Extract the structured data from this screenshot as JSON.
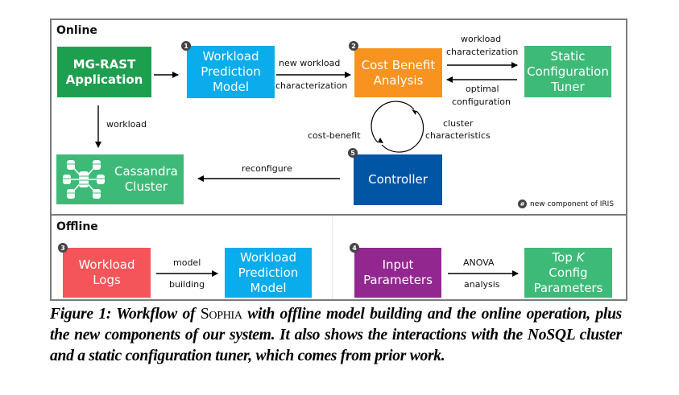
{
  "online": {
    "title": "Online",
    "mgrast": "MG-RAST\nApplication",
    "wpm": "Workload\nPrediction\nModel",
    "wpm_badge": "1",
    "cba": "Cost Benefit\nAnalysis",
    "cba_badge": "2",
    "sct": "Static\nConfiguration\nTuner",
    "cassandra": "Cassandra\nCluster",
    "controller": "Controller",
    "controller_badge": "5",
    "edges": {
      "wpm_to_cba_top": "new workload",
      "wpm_to_cba_bottom": "characterization",
      "cba_to_sct_top1": "workload",
      "cba_to_sct_top2": "characterization",
      "sct_to_cba_bottom1": "optimal",
      "sct_to_cba_bottom2": "configuration",
      "mgrast_to_cassandra": "workload",
      "controller_to_cassandra": "reconfigure",
      "cycle_left": "cost-benefit",
      "cycle_right1": "cluster",
      "cycle_right2": "characteristics"
    },
    "legend": {
      "symbol": "#",
      "text": "new component of IRIS"
    }
  },
  "offline": {
    "title": "Offline",
    "logs": "Workload\nLogs",
    "logs_badge": "3",
    "wpm": "Workload\nPrediction\nModel",
    "input": "Input\nParameters",
    "input_badge": "4",
    "topk_prefix": "Top ",
    "topk_var": "K",
    "topk_rest": "Config\nParameters",
    "edges": {
      "model_top": "model",
      "model_bottom": "building",
      "anova_top": "ANOVA",
      "anova_bottom": "analysis"
    }
  },
  "caption": {
    "prefix": "Figure 1: Workflow of ",
    "system": "Sophia",
    "rest": " with offline model building and the online operation, plus the new components of our system. It also shows the interactions with the NoSQL cluster and a static configuration tuner, which comes from prior work."
  },
  "colors": {
    "green_dark": "#1e9e4f",
    "green": "#3dba78",
    "blue": "#0aacec",
    "orange": "#f7931e",
    "navy": "#0055a5",
    "red": "#f4555a",
    "purple": "#92278f",
    "badge": "#444444"
  }
}
